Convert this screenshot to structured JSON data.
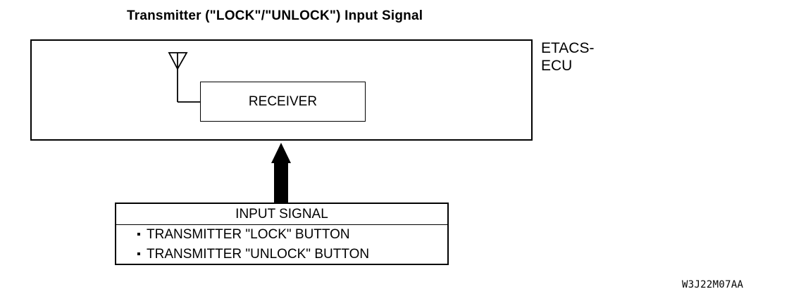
{
  "title": "Transmitter (\"LOCK\"/\"UNLOCK\") Input Signal",
  "ecu": {
    "label_line1": "ETACS-",
    "label_line2": "ECU",
    "receiver_label": "RECEIVER",
    "antenna_icon": "antenna-icon"
  },
  "input_table": {
    "header": "INPUT SIGNAL",
    "items": [
      "TRANSMITTER \"LOCK\" BUTTON",
      "TRANSMITTER \"UNLOCK\" BUTTON"
    ]
  },
  "arrow_icon": "up-arrow-icon",
  "figure_code": "W3J22M07AA"
}
